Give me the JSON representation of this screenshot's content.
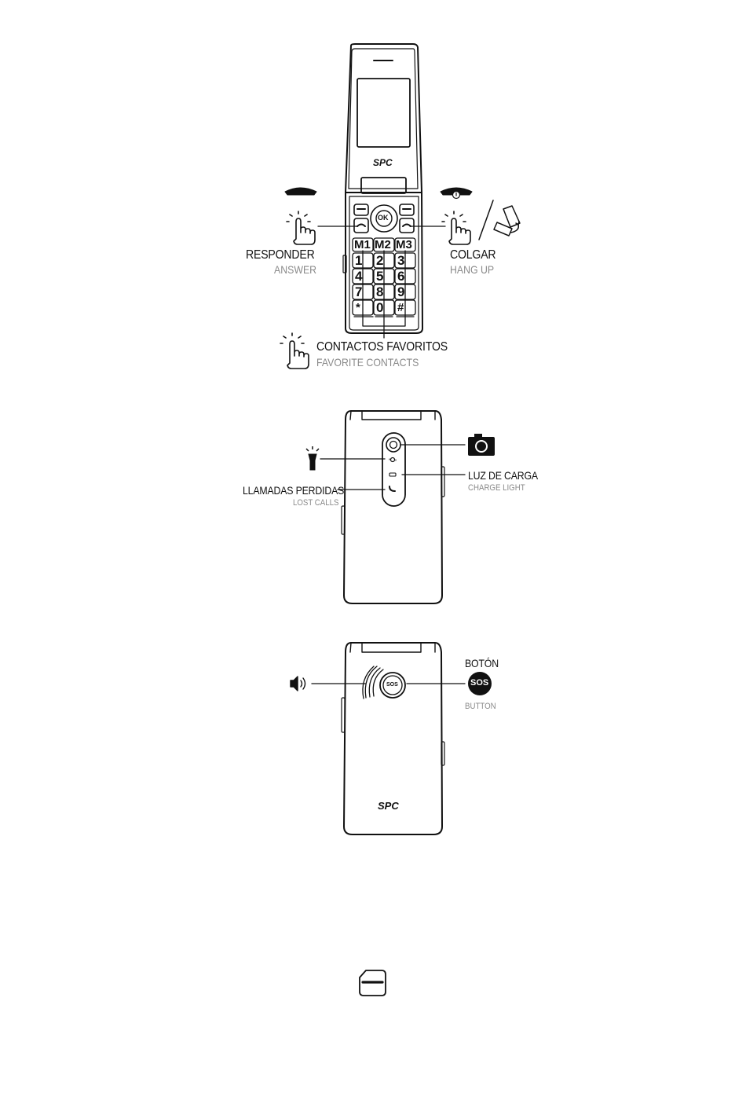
{
  "phone_front": {
    "brand": "SPC",
    "keys": {
      "ok": "OK",
      "memory": [
        "M1",
        "M2",
        "M3"
      ],
      "digits": [
        "1",
        "2",
        "3",
        "4",
        "5",
        "6",
        "7",
        "8",
        "9",
        "*",
        "0",
        "#"
      ]
    }
  },
  "labels": {
    "answer": {
      "es": "RESPONDER",
      "en": "ANSWER"
    },
    "hang_up": {
      "es": "COLGAR",
      "en": "HANG UP"
    },
    "favorites": {
      "es": "CONTACTOS FAVORITOS",
      "en": "FAVORITE CONTACTS"
    },
    "missed_calls": {
      "es": "LLAMADAS PERDIDAS",
      "en": "LOST CALLS"
    },
    "charge_light": {
      "es": "LUZ DE CARGA",
      "en": "CHARGE LIGHT"
    },
    "sos_button": {
      "es": "BOTÓN",
      "en": "BUTTON",
      "badge": "SOS"
    }
  },
  "phone_back": {
    "sos_key": "SOS",
    "brand": "SPC"
  },
  "icons": [
    "flashlight-icon",
    "camera-icon",
    "speaker-icon",
    "pointing-hand-icon",
    "phone-answer-icon",
    "phone-hangup-icon",
    "flip-close-icon",
    "menu-key-icon"
  ],
  "colors": {
    "ink": "#111111",
    "subtitle": "#8a8a8a"
  }
}
